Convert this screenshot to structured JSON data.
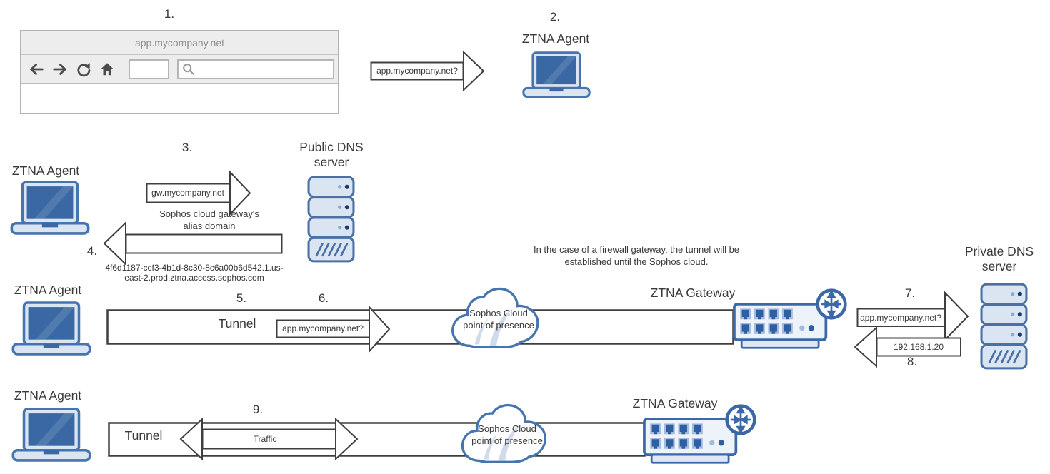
{
  "browser": {
    "address": "app.mycompany.net"
  },
  "steps": {
    "s1": "1.",
    "s2": "2.",
    "s3": "3.",
    "s4": "4.",
    "s5": "5.",
    "s6": "6.",
    "s7": "7.",
    "s8": "8.",
    "s9": "9."
  },
  "nodes": {
    "ztna_agent": "ZTNA Agent",
    "public_dns_server": "Public DNS server",
    "private_dns_server": "Private DNS server",
    "ztna_gateway": "ZTNA Gateway",
    "sophos_cloud_pop": "Sophos Cloud point of presence",
    "tunnel": "Tunnel"
  },
  "messages": {
    "app_query": "app.mycompany.net?",
    "gw_query": "gw.mycompany.net",
    "alias_caption": "Sophos cloud gateway's alias domain",
    "alias_domain": "4f6d1187-ccf3-4b1d-8c30-8c6a00b6d542.1.us-east-2.prod.ztna.access.sophos.com",
    "ip_answer": "192.168.1.20",
    "traffic": "Traffic"
  },
  "note": "In the case of a firewall gateway, the tunnel will be established until the Sophos cloud.",
  "colors": {
    "icon_border_blue": "#4674ae",
    "icon_dark_blue": "#2f5fa3",
    "screen_blue": "#3a68a4",
    "icon_light_fill": "#dbe5f2",
    "outline_gray": "#3f3f3f"
  }
}
